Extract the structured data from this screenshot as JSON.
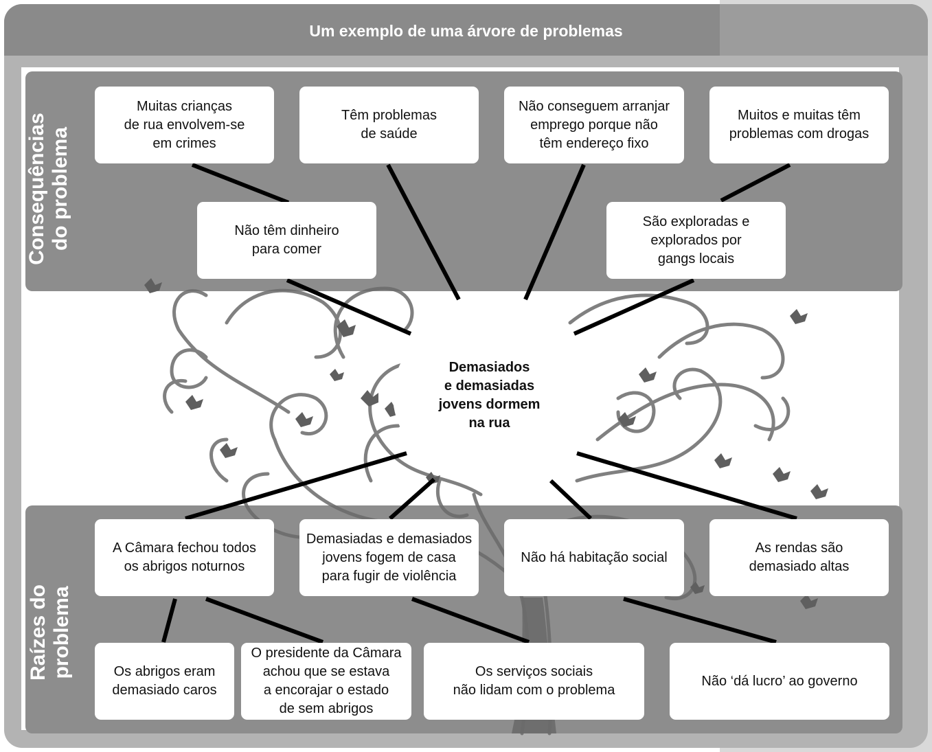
{
  "title": "Um exemplo de uma árvore de problemas",
  "sections": {
    "consequences_label": [
      "Consequências",
      "do problema"
    ],
    "roots_label": [
      "Raízes do",
      "problema"
    ]
  },
  "core_problem": "Demasiados\ne demasiadas\njovens dormem\nna rua",
  "consequences": [
    "Muitas crianças\nde rua envolvem-se\nem crimes",
    "Têm problemas\nde saúde",
    "Não conseguem arranjar\nemprego porque não\ntêm endereço fixo",
    "Muitos e muitas têm\nproblemas com drogas",
    "Não têm dinheiro\npara comer",
    "São exploradas e\nexplorados por\ngangs locais"
  ],
  "roots": [
    "A Câmara fechou todos\nos abrigos noturnos",
    "Demasiadas e demasiados\njovens fogem de casa\npara fugir de violência",
    "Não há habitação social",
    "As rendas são\ndemasiado altas",
    "Os abrigos eram\ndemasiado caros",
    "O presidente da Câmara\nachou que se estava\na encorajar o estado\nde sem abrigos",
    "Os serviços sociais\nnão lidam com o problema",
    "Não ‘dá lucro’ ao governo"
  ],
  "colors": {
    "frame": "#b3b3b3",
    "title_bar": "#8a8a8a",
    "band": "#8d8d8d",
    "tree": "#5f5f5f",
    "connector": "#000000"
  }
}
